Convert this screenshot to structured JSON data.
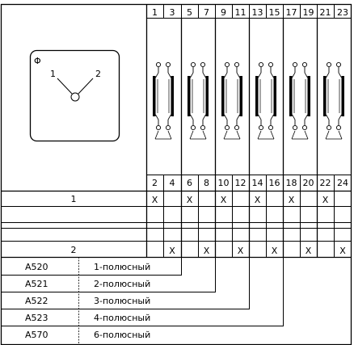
{
  "top_terminals": [
    "1",
    "3",
    "5",
    "7",
    "9",
    "11",
    "13",
    "15",
    "17",
    "19",
    "21",
    "23"
  ],
  "bottom_terminals": [
    "2",
    "4",
    "6",
    "8",
    "10",
    "12",
    "14",
    "16",
    "18",
    "20",
    "22",
    "24"
  ],
  "selector": {
    "symbol": "Φ",
    "pos_left": "1",
    "pos_right": "2"
  },
  "positions": [
    {
      "label": "1",
      "marks": [
        "X",
        "",
        "X",
        "",
        "X",
        "",
        "X",
        "",
        "X",
        "",
        "X",
        ""
      ]
    },
    {
      "label": "2",
      "marks": [
        "",
        "X",
        "",
        "X",
        "",
        "X",
        "",
        "X",
        "",
        "X",
        "",
        "X"
      ]
    }
  ],
  "models": [
    {
      "code": "A520",
      "desc": "1-полюсный"
    },
    {
      "code": "A521",
      "desc": "2-полюсный"
    },
    {
      "code": "A522",
      "desc": "3-полюсный"
    },
    {
      "code": "A523",
      "desc": "4-полюсный"
    },
    {
      "code": "A570",
      "desc": "6-полюсный"
    }
  ]
}
